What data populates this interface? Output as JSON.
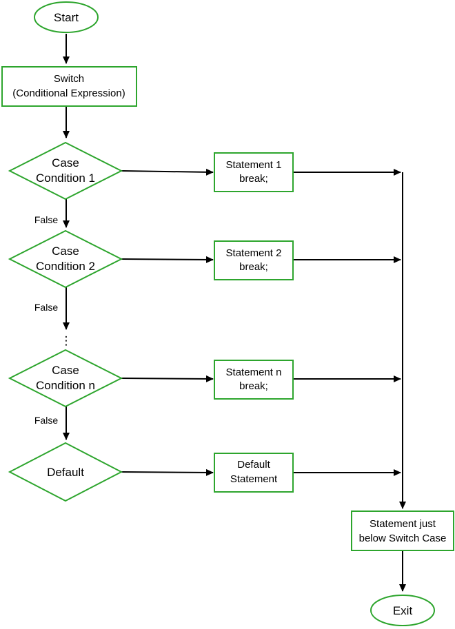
{
  "colors": {
    "shape_stroke": "#2DA52D",
    "connector": "#000000",
    "background": "#FFFFFF"
  },
  "nodes": {
    "start": {
      "shape": "ellipse",
      "text": "Start"
    },
    "switch": {
      "shape": "rectangle",
      "line1": "Switch",
      "line2": "(Conditional Expression)"
    },
    "case1": {
      "shape": "diamond",
      "line1": "Case",
      "line2": "Condition 1"
    },
    "case2": {
      "shape": "diamond",
      "line1": "Case",
      "line2": "Condition 2"
    },
    "casen": {
      "shape": "diamond",
      "line1": "Case",
      "line2": "Condition n"
    },
    "default": {
      "shape": "diamond",
      "text": "Default"
    },
    "stmt1": {
      "shape": "rectangle",
      "line1": "Statement 1",
      "line2": "break;"
    },
    "stmt2": {
      "shape": "rectangle",
      "line1": "Statement 2",
      "line2": "break;"
    },
    "stmtn": {
      "shape": "rectangle",
      "line1": "Statement n",
      "line2": "break;"
    },
    "default_stmt": {
      "shape": "rectangle",
      "line1": "Default",
      "line2": "Statement"
    },
    "after_switch": {
      "shape": "rectangle",
      "line1": "Statement just",
      "line2": "below Switch Case"
    },
    "exit": {
      "shape": "ellipse",
      "text": "Exit"
    }
  },
  "edge_labels": {
    "case1_false": "False",
    "case2_false": "False",
    "casen_false": "False"
  },
  "continuation": "⋮"
}
